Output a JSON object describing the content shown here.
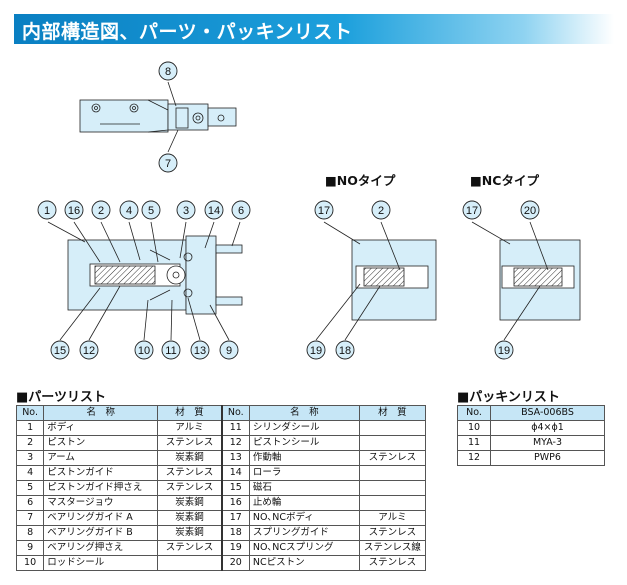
{
  "title": "内部構造図、パーツ・パッキンリスト",
  "labels": {
    "no_type": "■NOタイプ",
    "nc_type": "■NCタイプ",
    "parts_list": "■パーツリスト",
    "packing_list": "■パッキンリスト"
  },
  "callouts": {
    "top": [
      "8",
      "7"
    ],
    "main_top": [
      "1",
      "16",
      "2",
      "4",
      "5",
      "3",
      "14",
      "6"
    ],
    "main_bottom": [
      "15",
      "12",
      "10",
      "11",
      "13",
      "9"
    ],
    "no": [
      "17",
      "2",
      "19",
      "18"
    ],
    "nc": [
      "17",
      "20",
      "19"
    ]
  },
  "parts": {
    "headers": [
      "No.",
      "名　称",
      "材　質",
      "No.",
      "名　称",
      "材　質"
    ],
    "rows": [
      [
        "1",
        "ボディ",
        "アルミ",
        "11",
        "シリンダシール",
        ""
      ],
      [
        "2",
        "ピストン",
        "ステンレス",
        "12",
        "ピストンシール",
        ""
      ],
      [
        "3",
        "アーム",
        "炭素鋼",
        "13",
        "作動軸",
        "ステンレス"
      ],
      [
        "4",
        "ピストンガイド",
        "ステンレス",
        "14",
        "ローラ",
        ""
      ],
      [
        "5",
        "ピストンガイド押さえ",
        "ステンレス",
        "15",
        "磁石",
        ""
      ],
      [
        "6",
        "マスタージョウ",
        "炭素鋼",
        "16",
        "止め輪",
        ""
      ],
      [
        "7",
        "ベアリングガイド A",
        "炭素鋼",
        "17",
        "NO､NCボディ",
        "アルミ"
      ],
      [
        "8",
        "ベアリングガイド B",
        "炭素鋼",
        "18",
        "スプリングガイド",
        "ステンレス"
      ],
      [
        "9",
        "ベアリング押さえ",
        "ステンレス",
        "19",
        "NO､NCスプリング",
        "ステンレス線"
      ],
      [
        "10",
        "ロッドシール",
        "",
        "20",
        "NCピストン",
        "ステンレス"
      ]
    ]
  },
  "packing": {
    "headers": [
      "No.",
      "BSA-006BS"
    ],
    "rows": [
      [
        "10",
        "ϕ4×ϕ1"
      ],
      [
        "11",
        "MYA-3"
      ],
      [
        "12",
        "PWP6"
      ]
    ]
  }
}
